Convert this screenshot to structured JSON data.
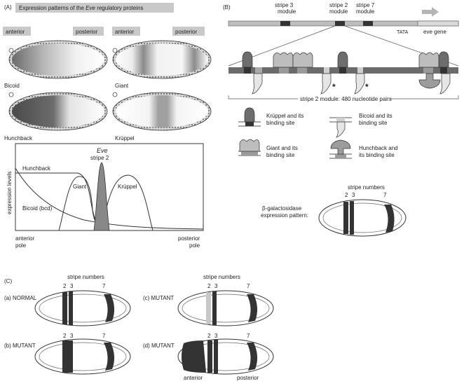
{
  "panelA": {
    "label": "(A)",
    "title_prefix": "Expression patterns of the ",
    "title_italic": "Eve",
    "title_suffix": " regulatory proteins",
    "anterior": "anterior",
    "posterior": "posterior",
    "embryos": [
      "Bicoid",
      "Giant",
      "Hunchback",
      "Krüppel"
    ],
    "graph": {
      "ylabel": "expression levels",
      "stripe_title": "Eve",
      "stripe_sub": "stripe 2",
      "curves": [
        "Hunchback",
        "Giant",
        "Krüppel",
        "Bicoid (bcd)"
      ],
      "anterior_1": "anterior",
      "anterior_2": "pole",
      "posterior_1": "posterior",
      "posterior_2": "pole"
    }
  },
  "panelB": {
    "label": "(B)",
    "stripe3_1": "stripe 3",
    "stripe3_2": "module",
    "stripe2_1": "stripe 2",
    "stripe2_2": "module",
    "stripe7_1": "stripe 7",
    "stripe7_2": "module",
    "tata": "TATA",
    "eve_gene": "eve gene",
    "module_caption": "stripe 2 module: 480 nucleotide pairs",
    "legend": {
      "kruppel_1": "Krüppel and its",
      "kruppel_2": "binding site",
      "bicoid_1": "Bicoid and its",
      "bicoid_2": "binding site",
      "giant_1": "Giant and its",
      "giant_2": "binding site",
      "hunchback_1": "Hunchback and",
      "hunchback_2": "its binding site"
    },
    "stripe_numbers": "stripe numbers",
    "nums": [
      "2",
      "3",
      "7"
    ],
    "beta_1": "β-galactosidase",
    "beta_2": "expression pattern:"
  },
  "panelC": {
    "label": "(C)",
    "stripe_numbers": "stripe numbers",
    "nums": [
      "2",
      "3",
      "7"
    ],
    "a": "(a) NORMAL",
    "b": "(b) MUTANT",
    "c": "(c) MUTANT",
    "d": "(d) MUTANT",
    "anterior": "anterior",
    "posterior": "posterior"
  }
}
